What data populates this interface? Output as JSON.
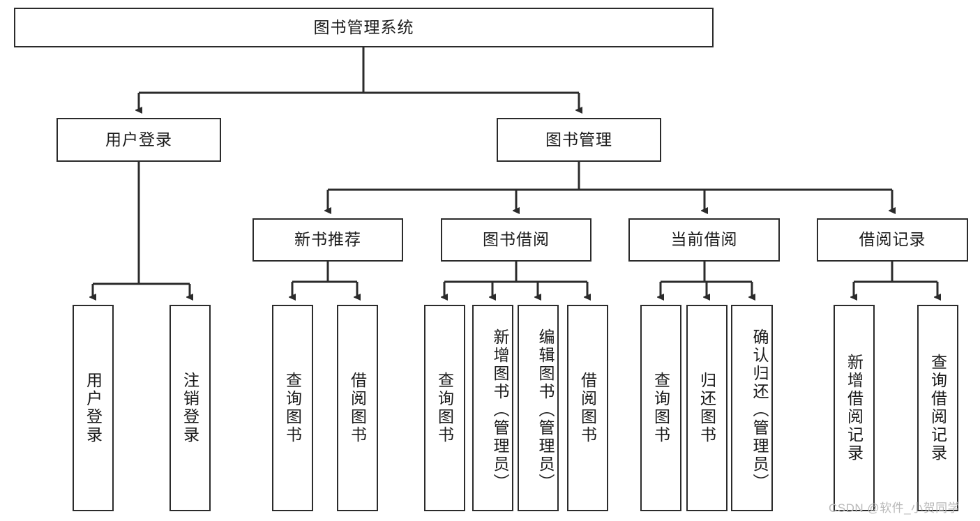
{
  "diagram": {
    "title": "图书管理系统",
    "root": {
      "label": "图书管理系统"
    },
    "level1": [
      {
        "label": "用户登录"
      },
      {
        "label": "图书管理"
      }
    ],
    "level2": [
      {
        "label": "新书推荐"
      },
      {
        "label": "图书借阅"
      },
      {
        "label": "当前借阅"
      },
      {
        "label": "借阅记录"
      }
    ],
    "leaves": {
      "user_login": [
        {
          "label": "用户登录"
        },
        {
          "label": "注销登录"
        }
      ],
      "new_book": [
        {
          "label": "查询图书"
        },
        {
          "label": "借阅图书"
        }
      ],
      "borrow_book": [
        {
          "label": "查询图书"
        },
        {
          "label": "新增图书（管理员）"
        },
        {
          "label": "编辑图书（管理员）"
        },
        {
          "label": "借阅图书"
        }
      ],
      "current_borrow": [
        {
          "label": "查询图书"
        },
        {
          "label": "归还图书"
        },
        {
          "label": "确认归还（管理员）"
        }
      ],
      "borrow_record": [
        {
          "label": "新增借阅记录"
        },
        {
          "label": "查询借阅记录"
        }
      ]
    }
  },
  "watermark": {
    "text": "CSDN @软件_小贺同学"
  },
  "colors": {
    "border": "#2b2b2b",
    "text": "#1b1b1b",
    "background": "#ffffff",
    "watermark": "#b9b9b9"
  }
}
